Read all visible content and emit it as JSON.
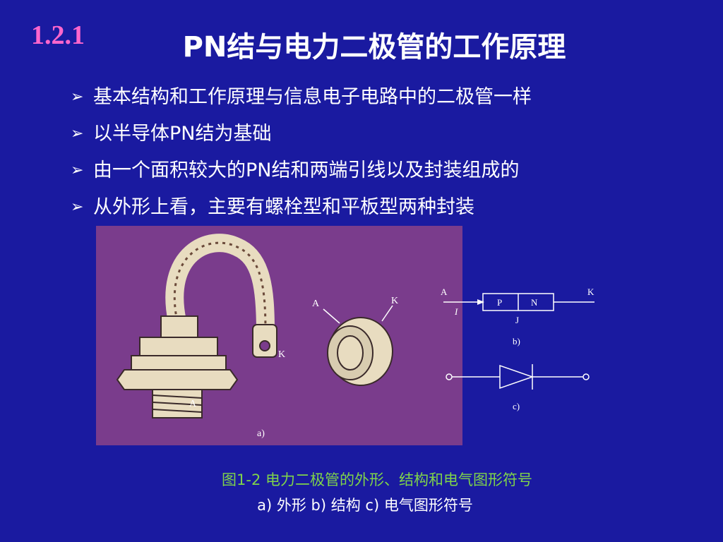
{
  "section_number": "1.2.1",
  "title": "PN结与电力二极管的工作原理",
  "bullets": [
    "基本结构和工作原理与信息电子电路中的二极管一样",
    "以半导体PN结为基础",
    "由一个面积较大的PN结和两端引线以及封装组成的",
    "从外形上看，主要有螺栓型和平板型两种封装"
  ],
  "figure_a": {
    "label_k": "K",
    "label_a": "A",
    "label_sub": "a)",
    "disk_label_a": "A",
    "disk_label_k": "K"
  },
  "figure_b": {
    "label_a": "A",
    "label_k": "K",
    "label_p": "P",
    "label_n": "N",
    "label_i": "I",
    "label_j": "J",
    "label_sub": "b)"
  },
  "figure_c": {
    "label_sub": "c)"
  },
  "caption_main": "图1-2  电力二极管的外形、结构和电气图形符号",
  "caption_sub": "a) 外形  b) 结构  c) 电气图形符号"
}
